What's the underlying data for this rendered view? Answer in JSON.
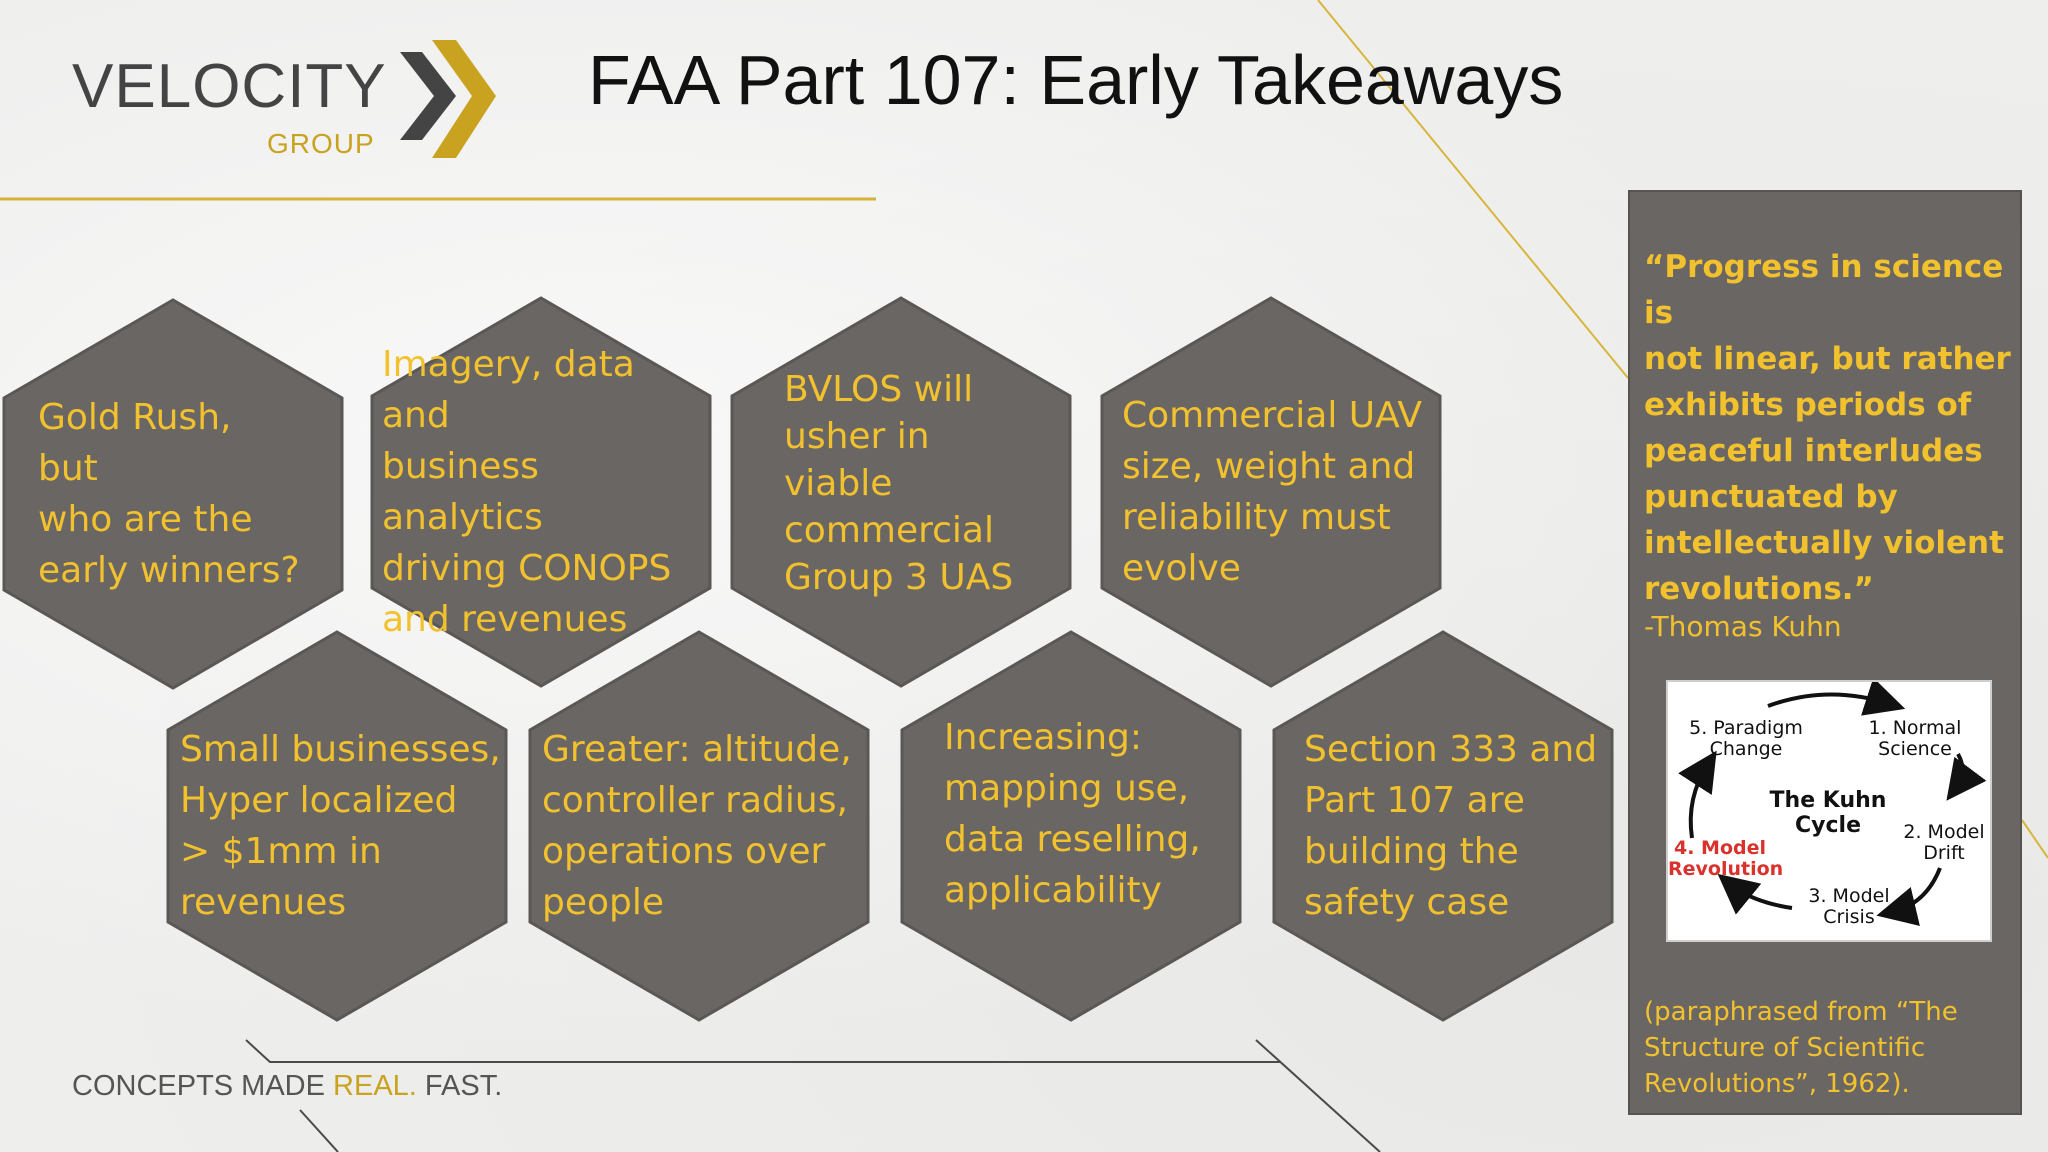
{
  "logo": {
    "word": "VELOCITY",
    "sub": "GROUP"
  },
  "title": "FAA Part 107: Early Takeaways",
  "hexagons": [
    {
      "text": "Gold Rush, but\nwho are the\nearly winners?"
    },
    {
      "text": "Imagery, data and\nbusiness analytics\ndriving CONOPS\nand revenues"
    },
    {
      "text": "BVLOS will\nusher in\nviable\ncommercial\nGroup 3 UAS"
    },
    {
      "text": "Commercial UAV\nsize, weight and\nreliability must\nevolve"
    },
    {
      "text": "Small businesses,\nHyper localized\n> $1mm in\nrevenues"
    },
    {
      "text": "Greater: altitude,\ncontroller radius,\noperations over\npeople"
    },
    {
      "text": "Increasing:\nmapping use,\ndata reselling,\napplicability"
    },
    {
      "text": "Section 333 and\nPart 107 are\nbuilding the\nsafety case"
    }
  ],
  "quote": {
    "text": "“Progress in science is\nnot linear, but rather\nexhibits periods of\npeaceful interludes\npunctuated by\nintellectually violent\nrevolutions.”",
    "author": "-Thomas Kuhn",
    "source": "(paraphrased from “The\nStructure of Scientific\nRevolutions”, 1962)."
  },
  "kuhn_cycle": {
    "title": "The Kuhn\nCycle",
    "step1": "1. Normal\nScience",
    "step2": "2. Model\nDrift",
    "step3": "3. Model\nCrisis",
    "step4": "4. Model\nRevolution",
    "step5": "5. Paradigm\nChange"
  },
  "tagline": {
    "pre": "CONCEPTS MADE ",
    "highlight": "REAL.",
    "post": " FAST."
  },
  "colors": {
    "accent": "#f2c12e",
    "gold": "#c9a320",
    "hex_fill": "#6a6664",
    "panel": "#6a6664"
  }
}
